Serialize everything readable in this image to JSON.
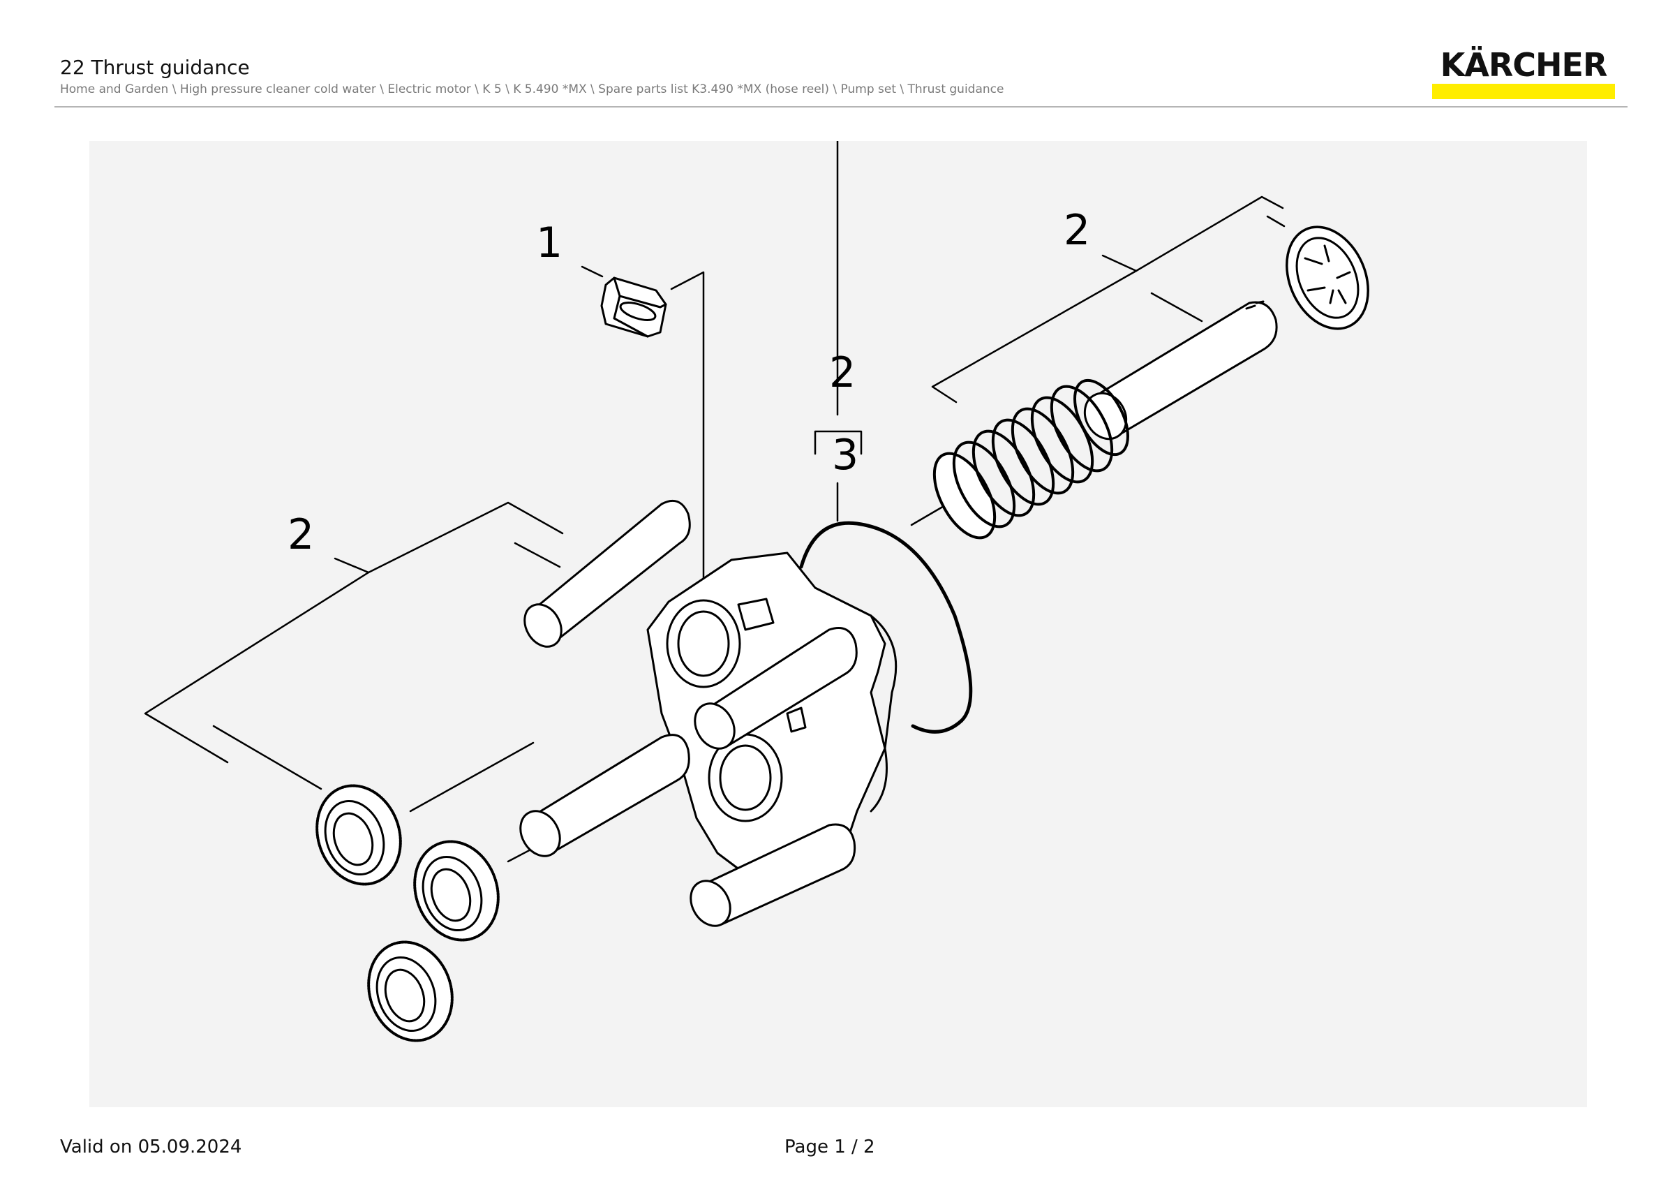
{
  "header": {
    "title": "22 Thrust guidance",
    "breadcrumb": "Home and Garden \\ High pressure cleaner cold water \\ Electric motor \\ K 5 \\ K 5.490 *MX \\ Spare parts list K3.490 *MX (hose reel) \\ Pump set \\ Thrust guidance",
    "logo": "KÄRCHER"
  },
  "colors": {
    "brand_yellow": "#ffed00",
    "drawing_background": "#f3f3f3"
  },
  "diagram": {
    "callouts": {
      "part_1": "1",
      "part_2_left": "2",
      "part_2_middle": "2",
      "part_3": "3",
      "part_2_right": "2"
    }
  },
  "footer": {
    "valid_on": "Valid on 05.09.2024",
    "page": "Page 1 / 2"
  }
}
